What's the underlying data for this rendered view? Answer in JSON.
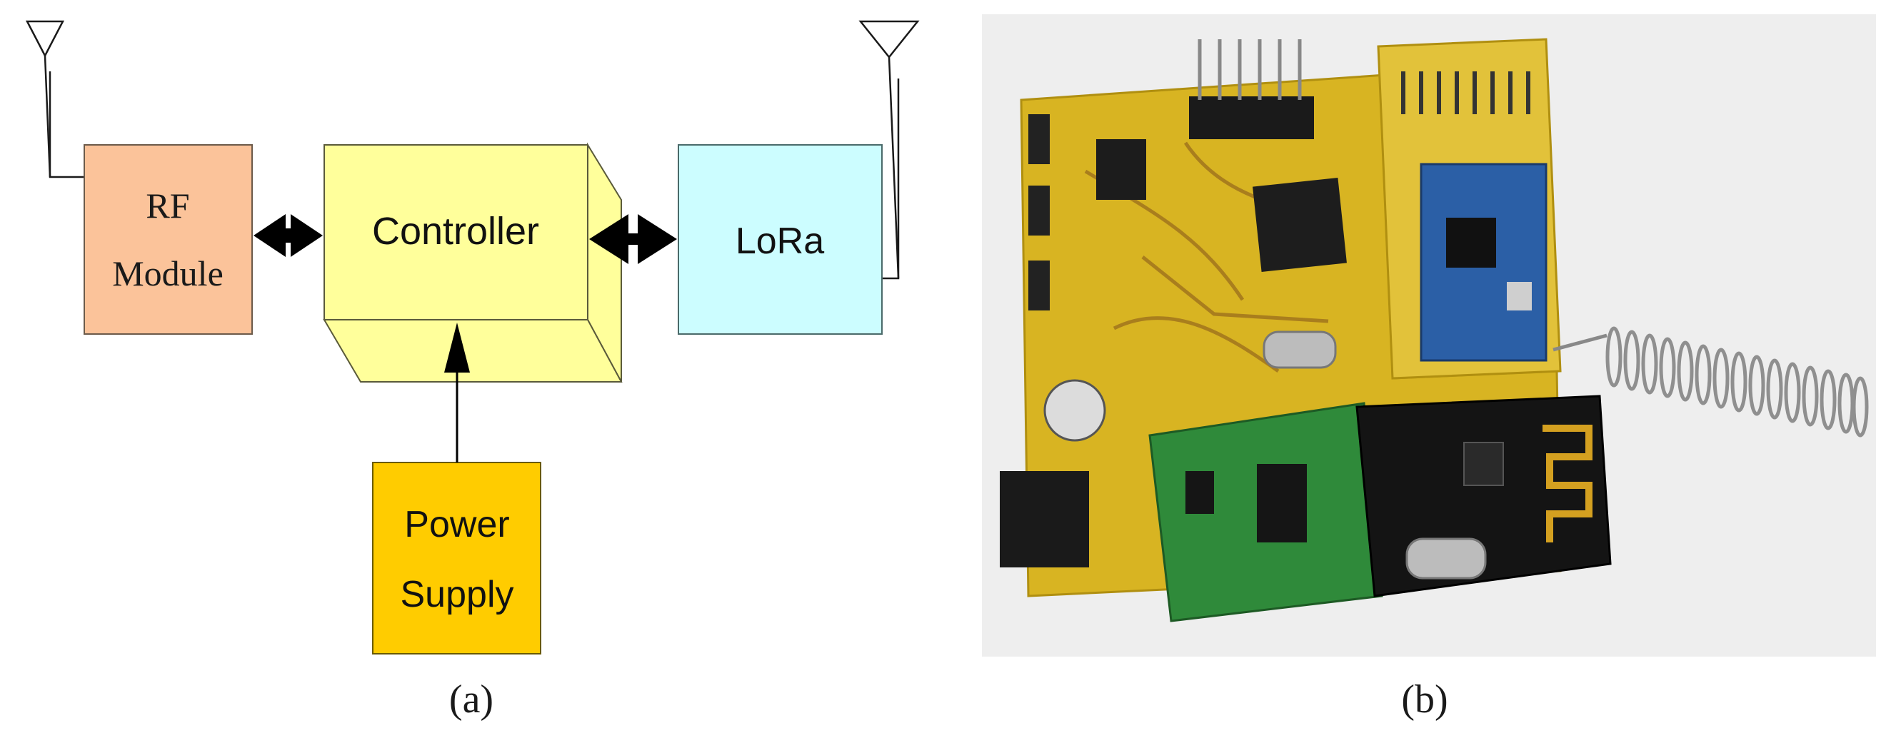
{
  "panel_a": {
    "caption": "(a)",
    "blocks": {
      "rf_module": {
        "line1": "RF",
        "line2": "Module",
        "color": "#fbc39a"
      },
      "controller": {
        "label": "Controller",
        "color": "#ffff9b"
      },
      "lora": {
        "label": "LoRa",
        "color": "#ccfdff"
      },
      "power_supply": {
        "line1": "Power",
        "line2": "Supply",
        "color": "#ffcc00"
      }
    }
  },
  "panel_b": {
    "caption": "(b)",
    "photo_colors": {
      "background": "#eeeeee",
      "main_pcb": "#d8b422",
      "lora_module": "#2b5fa6",
      "rf_module_pcb": "#2f8a3a",
      "nrf_module": "#111111",
      "antenna": "#9a9a9a"
    }
  }
}
